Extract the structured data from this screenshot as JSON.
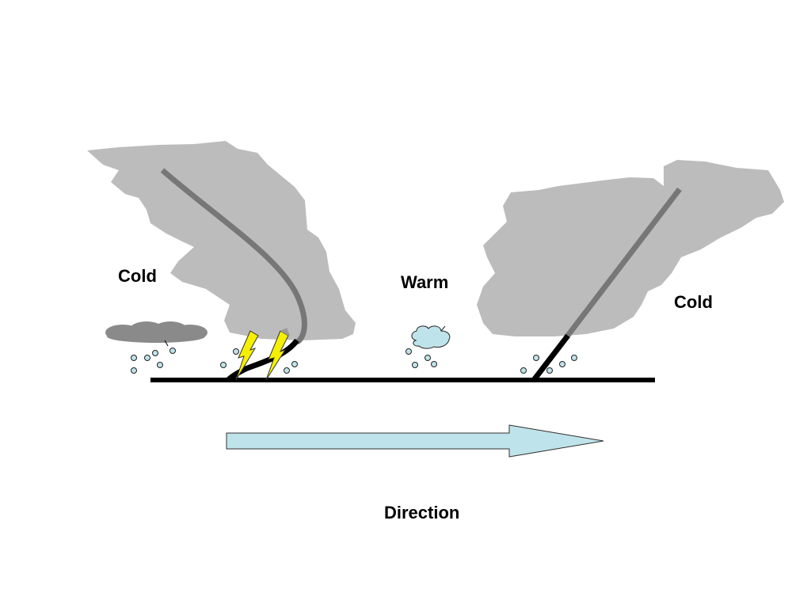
{
  "labels": {
    "cold_left": "Cold",
    "warm": "Warm",
    "cold_right": "Cold",
    "direction": "Direction"
  },
  "colors": {
    "air_mass": "#bcbcbc",
    "front_upper": "#777777",
    "front_surface": "#000000",
    "storm_cloud": "#8a8a8a",
    "small_cloud": "#bfe3ea",
    "raindrop": "#bfe3ea",
    "lightning": "#f5f000",
    "arrow": "#bfe3ea",
    "ground": "#000000"
  },
  "icons": {
    "storm_cloud": "storm-cloud-icon",
    "small_cloud": "cloud-icon",
    "lightning": "lightning-bolt-icon",
    "raindrop": "raindrop-icon",
    "arrow": "right-arrow-icon"
  }
}
